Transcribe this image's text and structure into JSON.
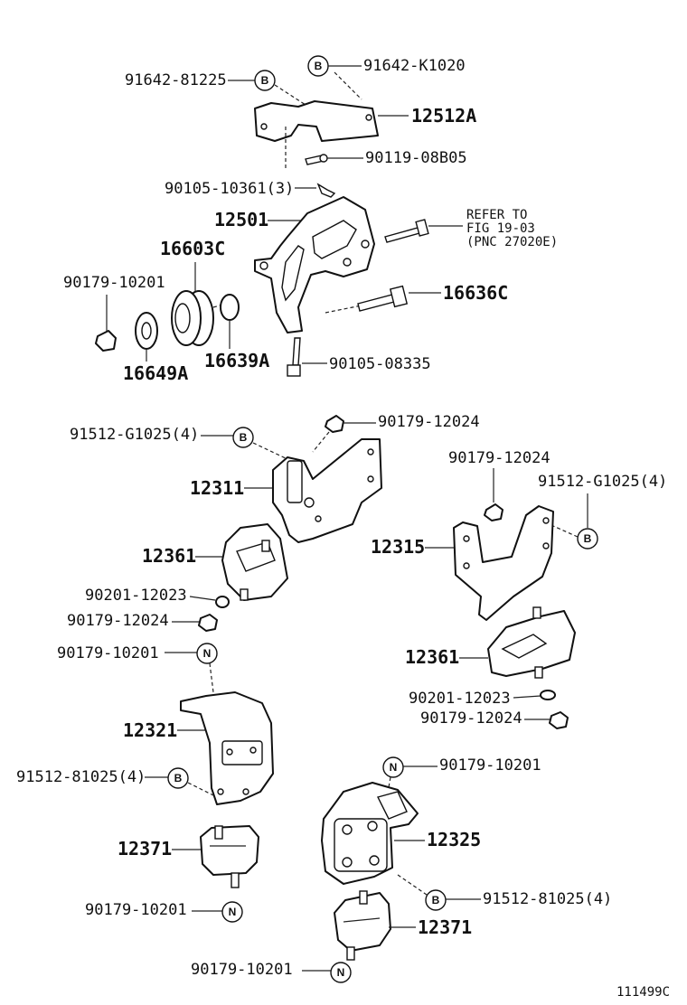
{
  "figure_code": "111499C",
  "callouts": {
    "c_91642_81225": "91642-81225",
    "c_91642_k1020": "91642-K1020",
    "c_12512a": "12512A",
    "c_90119_08b05": "90119-08B05",
    "c_90105_10361": "90105-10361(3)",
    "c_12501": "12501",
    "c_16603c": "16603C",
    "c_90179_10201_top": "90179-10201",
    "c_16636c": "16636C",
    "c_16649a": "16649A",
    "c_16639a": "16639A",
    "c_90105_08335": "90105-08335",
    "c_91512_g1025_left": "91512-G1025(4)",
    "c_90179_12024_top": "90179-12024",
    "c_12311": "12311",
    "c_12361_left": "12361",
    "c_90201_12023_left": "90201-12023",
    "c_90179_12024_left": "90179-12024",
    "c_90179_12024_right": "90179-12024",
    "c_91512_g1025_right": "91512-G1025(4)",
    "c_12315": "12315",
    "c_12361_right": "12361",
    "c_90201_12023_right": "90201-12023",
    "c_90179_12024_right2": "90179-12024",
    "c_90179_10201_mid": "90179-10201",
    "c_12321": "12321",
    "c_91512_81025_left": "91512-81025(4)",
    "c_12371_left": "12371",
    "c_90179_10201_low": "90179-10201",
    "c_90179_10201_right": "90179-10201",
    "c_12325": "12325",
    "c_91512_81025_right": "91512-81025(4)",
    "c_12371_right": "12371",
    "c_90179_10201_bottom": "90179-10201"
  },
  "refer_note": {
    "line1": "REFER TO",
    "line2": "FIG 19-03",
    "line3": "(PNC 27020E)"
  },
  "markers": {
    "b": "B",
    "n": "N"
  }
}
